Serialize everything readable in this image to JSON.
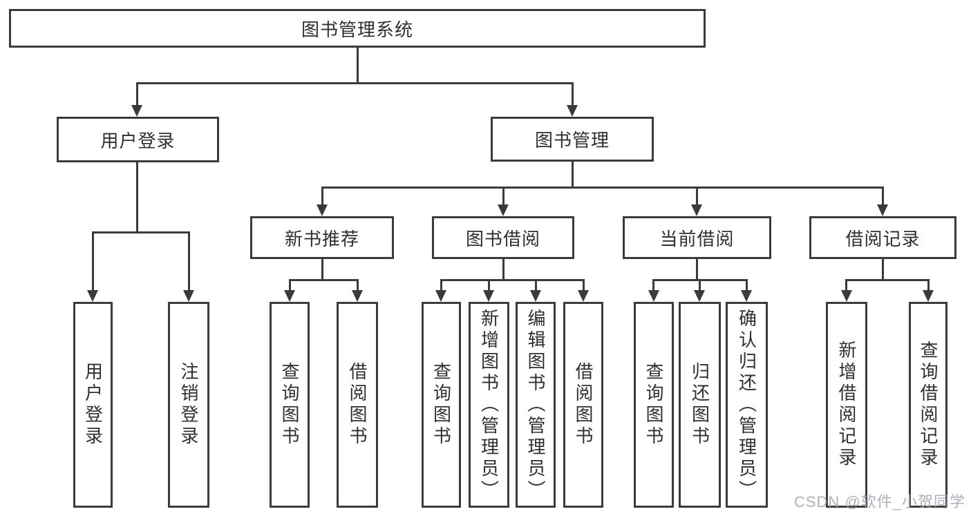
{
  "diagram_type": "tree",
  "colors": {
    "line": "#3b3b3b",
    "text": "#2f2f2f",
    "background": "#ffffff",
    "watermark": "#9ea3ad"
  },
  "watermark": {
    "text": "CSDN @软件_小贺同学"
  },
  "tree": {
    "label": "图书管理系统",
    "children": [
      {
        "label": "用户登录",
        "children": [
          {
            "label": "用户登录"
          },
          {
            "label": "注销登录"
          }
        ]
      },
      {
        "label": "图书管理",
        "children": [
          {
            "label": "新书推荐",
            "children": [
              {
                "label": "查询图书"
              },
              {
                "label": "借阅图书"
              }
            ]
          },
          {
            "label": "图书借阅",
            "children": [
              {
                "label": "查询图书"
              },
              {
                "label": "新增图书（管理员）"
              },
              {
                "label": "编辑图书（管理员）"
              },
              {
                "label": "借阅图书"
              }
            ]
          },
          {
            "label": "当前借阅",
            "children": [
              {
                "label": "查询图书"
              },
              {
                "label": "归还图书"
              },
              {
                "label": "确认归还（管理员）"
              }
            ]
          },
          {
            "label": "借阅记录",
            "children": [
              {
                "label": "新增借阅记录"
              },
              {
                "label": "查询借阅记录"
              }
            ]
          }
        ]
      }
    ]
  }
}
